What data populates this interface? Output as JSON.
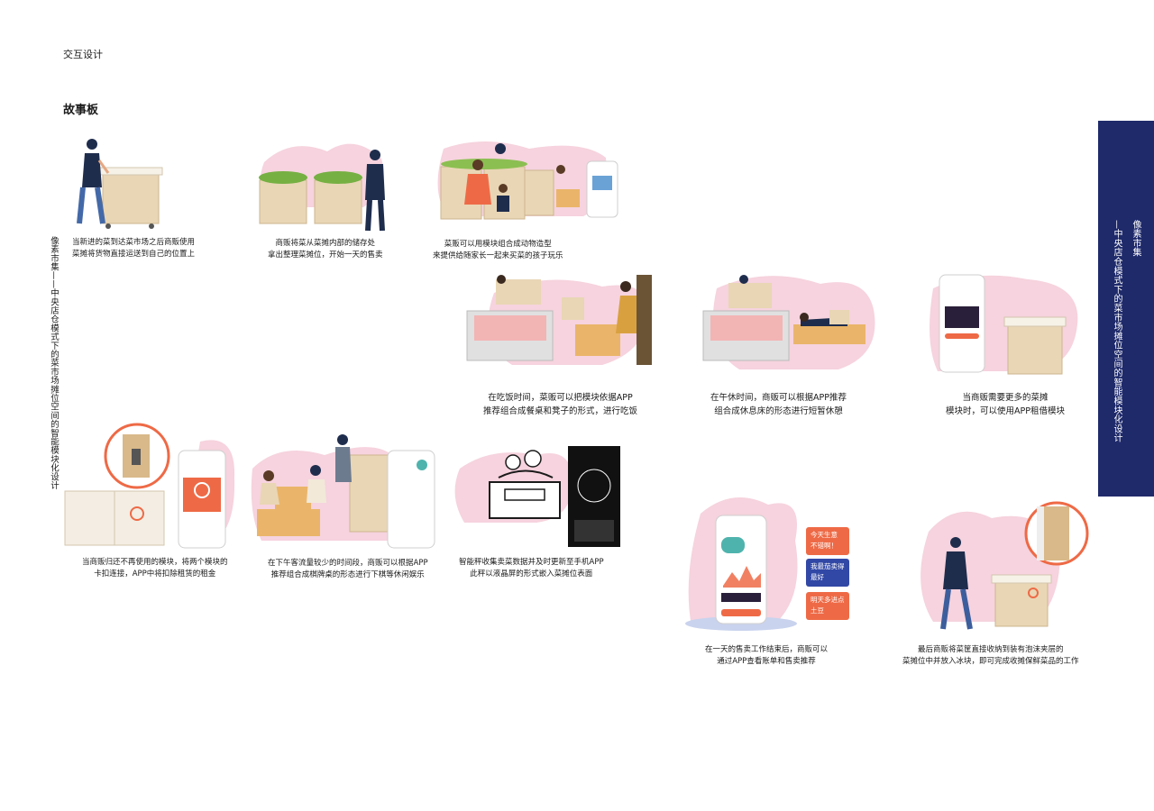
{
  "header": {
    "section": "交互设计",
    "title": "故事板"
  },
  "side_title_left": "像素市集——中央店仓模式下的菜市场摊位空间的智能模块化设计",
  "side_panel": {
    "line1": "像素市集",
    "line2": "—中央店仓模式下的菜市场摊位空间的智能模块化设计"
  },
  "panels": {
    "p1": {
      "lines": [
        "当新进的菜到达菜市场之后商贩使用",
        "菜摊将货物直接运送到自己的位置上"
      ]
    },
    "p2": {
      "lines": [
        "商贩将菜从菜摊内部的储存处",
        "拿出整理菜摊位，开始一天的售卖"
      ]
    },
    "p3": {
      "lines": [
        "菜贩可以用模块组合成动物造型",
        "来提供给随家长一起来买菜的孩子玩乐"
      ]
    },
    "p4": {
      "lines": [
        "在吃饭时间，菜贩可以把模块依据APP",
        "推荐组合成餐桌和凳子的形式，进行吃饭"
      ]
    },
    "p5": {
      "lines": [
        "在午休时间，商贩可以根据APP推荐",
        "组合成休息床的形态进行短暂休憩"
      ]
    },
    "p6": {
      "lines": [
        "当商贩需要更多的菜摊",
        "模块时，可以使用APP租借模块"
      ]
    },
    "p7": {
      "lines": [
        "当商贩归还不再使用的模块，将两个模块的",
        "卡扣连接，APP中将扣除租赁的租金"
      ]
    },
    "p8": {
      "lines": [
        "在下午客流量较少的时间段，商贩可以根据APP",
        "推荐组合成棋牌桌的形态进行下棋等休闲娱乐"
      ]
    },
    "p9": {
      "lines": [
        "智能秤收集卖菜数据并及时更新至手机APP",
        "此秤以液晶屏的形式嵌入菜摊位表面"
      ]
    },
    "p10": {
      "lines": [
        "在一天的售卖工作结束后，商贩可以",
        "通过APP查看账单和售卖推荐"
      ],
      "bubbles": [
        {
          "text1": "今天生意",
          "text2": "不错啊！",
          "color": "#ee6a46"
        },
        {
          "text1": "我最茄卖得",
          "text2": "最好",
          "color": "#3248a6"
        },
        {
          "text1": "明天多进点",
          "text2": "土豆",
          "color": "#ee6a46"
        }
      ]
    },
    "p11": {
      "lines": [
        "最后商贩将菜筐直接收纳到装有泡沫夹层的",
        "菜摊位中并放入冰块，即可完成收摊保鲜菜品的工作"
      ]
    }
  },
  "colors": {
    "navy": "#1f2a6b",
    "pink": "#f6d3de",
    "orange": "#ee6a46",
    "wood": "#e9d6b5",
    "figure_dark": "#1f2d4d"
  }
}
